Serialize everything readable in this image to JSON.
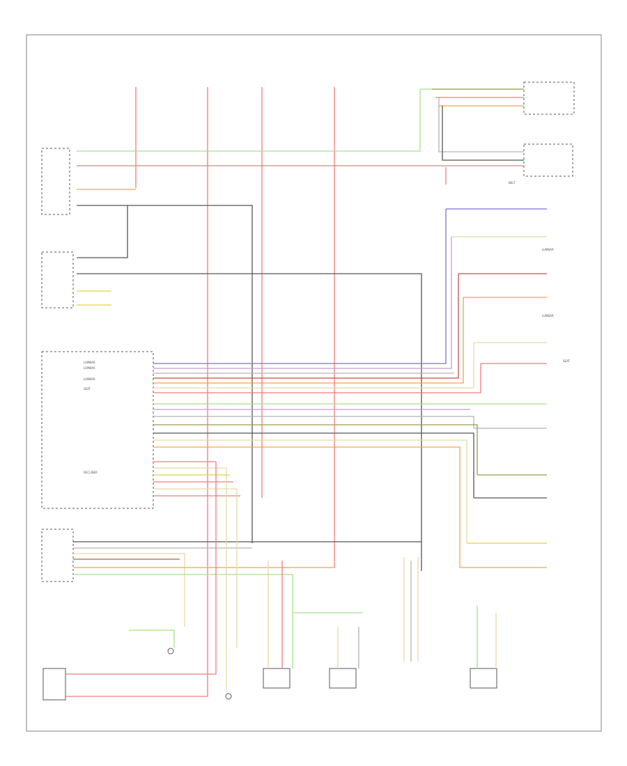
{
  "colors": {
    "green": "#a6e08a",
    "red": "#f47a7a",
    "orange": "#f7a24a",
    "black": "#555555",
    "blue": "#7b72d6",
    "tan": "#e6d9a8",
    "violet": "#c79ad8",
    "brown": "#a06a3a",
    "darkred": "#c24d4d",
    "yellow": "#e8d23a",
    "gray": "#b4b4b4",
    "olive": "#9b9b4a",
    "frame": "#808080"
  },
  "labels": {
    "lumbar_right_top": "LUMBAR",
    "lumbar_right_mid": "LUMBAR",
    "lumbar_left_1": "LUMBAR",
    "lumbar_left_2": "LUMBAR",
    "lumbar_left_3": "LUMBAR",
    "seat_motor_right": "SEAT",
    "seat_motor_left": "SEAT",
    "belt": "BELT",
    "recliner_mid": "RECLINER"
  }
}
